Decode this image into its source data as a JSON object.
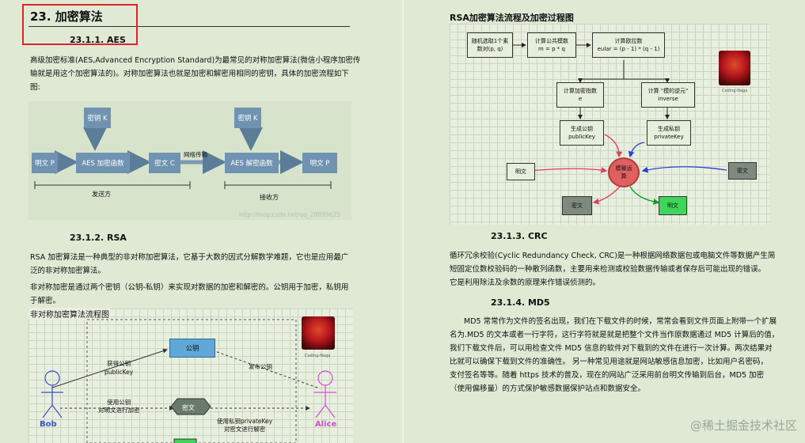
{
  "left": {
    "section_title": "23.   加密算法",
    "aes_heading": "23.1.1.    AES",
    "aes_para_1": "高级加密标准(AES,Advanced Encryption Standard)为最常见的对称加密算法(微信小程序加密传",
    "aes_para_2": "输就是用这个加密算法的)。对称加密算法也就是加密和解密用相同的密钥，具体的加密流程如下",
    "aes_para_3": "图:",
    "aes_diagram": {
      "key1": "密钥 K",
      "key2": "密钥 K",
      "plaintext1": "明文 P",
      "encrypt": "AES 加密函数",
      "ciphertext": "密文  C",
      "network": "网络传输",
      "decrypt": "AES 解密函数",
      "plaintext2": "明文 P",
      "sender": "发送方",
      "receiver": "接收方",
      "faint_url": "http://blog.csdn.net/qq_28899635"
    },
    "rsa_heading": "23.1.2.    RSA",
    "rsa_para_1": "RSA 加密算法是一种典型的非对称加密算法，它基于大数的因式分解数学难题，它也是应用最广",
    "rsa_para_2": "泛的非对称加密算法。",
    "rsa_para_3": "非对称加密是通过两个密钥（公钥-私钥）来实现对数据的加密和解密的。公钥用于加密，私钥用",
    "rsa_para_4": "于解密。",
    "asym": {
      "title": "非对称加密算法流程图",
      "public_key": "公钥",
      "get_public_1": "获得公钥",
      "get_public_2": "publicKey",
      "publish": "发布公钥",
      "use_public_1": "使用公钥",
      "use_public_2": "对明文进行加密",
      "cipher": "密文",
      "use_private_1": "使用私钥privateKey",
      "use_private_2": "对密文进行解密",
      "bob": "Bob",
      "alice": "Alice",
      "avatar_caption": "Coding-Naga"
    }
  },
  "right": {
    "rsa_flow": {
      "title": "RSA加密算法流程及加密过程图",
      "n1": "随机选取1个素\n数对(p, q)",
      "n2": "计算公共模数\nm = p * q",
      "n3": "计算欧拉数\neular = (p - 1) * (q - 1)",
      "n4": "计算加密指数\ne",
      "n5": "计算 \"模的逆元\"\ninverse",
      "n6": "生成公钥\npublicKey",
      "n7": "生成私钥\nprivateKey",
      "plain_left": "明文",
      "cipher_right": "密文",
      "core": "模幂运\n算",
      "cipher_out": "密文",
      "plain_out": "明文",
      "avatar_caption": "Coding-Naga"
    },
    "crc_heading": "23.1.3.    CRC",
    "crc_para_1": "循环冗余校验(Cyclic Redundancy Check, CRC)是一种根据网络数据包或电脑文件等数据产生简",
    "crc_para_2": "短固定位数校验码的一种散列函数，主要用来检测或校验数据传输或者保存后可能出现的错误。",
    "crc_para_3": "它是利用除法及余数的原理来作错误侦测的。",
    "md5_heading": "23.1.4.    MD5",
    "md5_para_1": "MD5 常常作为文件的签名出现，我们在下载文件的时候，常常会看到文件页面上附带一个扩展",
    "md5_para_2": "名为.MD5 的文本或者一行字符，这行字符就是就是把整个文件当作原数据通过 MD5 计算后的值，",
    "md5_para_3": "我们下载文件后，可以用检查文件 MD5 信息的软件对下载到的文件在进行一次计算。两次结果对",
    "md5_para_4": "比就可以确保下载到文件的准确性。 另一种常见用途就是网站敏感信息加密，比如用户名密码，",
    "md5_para_5": "支付签名等等。随着 https 技术的普及，现在的网站广泛采用前台明文传输到后台，MD5 加密",
    "md5_para_6": "（使用偏移量）的方式保护敏感数据保护站点和数据安全。",
    "watermark": "@稀土掘金技术社区"
  },
  "colors": {
    "page_bg": "#dfe9d3",
    "highlight_border": "#e0232a",
    "diagram_blue": "#6f93b1",
    "core_red": "#e06060",
    "green_box": "#3dd65a"
  }
}
